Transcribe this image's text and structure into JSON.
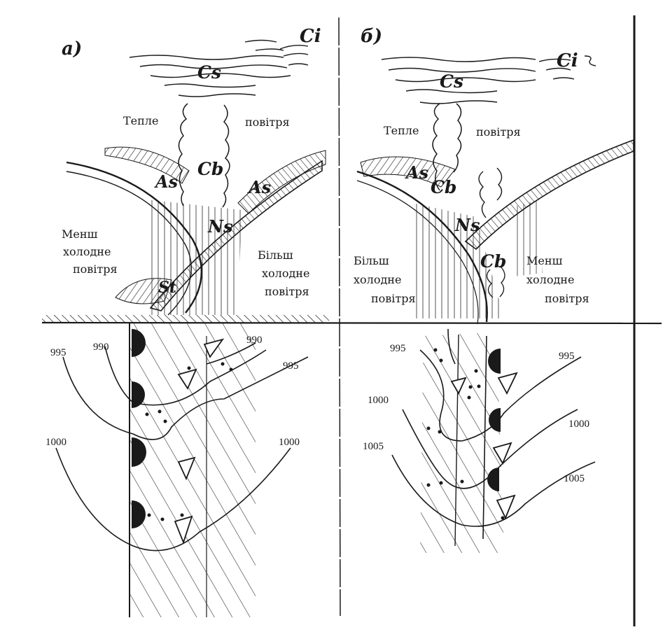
{
  "panels": [
    {
      "id": "a",
      "label": "а)",
      "clouds": [
        "Ci",
        "Cs",
        "Cb",
        "As",
        "As",
        "Ns",
        "St"
      ],
      "air_labels": {
        "warm": [
          "Тепле",
          "повітря"
        ],
        "left": [
          "Менш",
          "холодне",
          "повітря"
        ],
        "right": [
          "Більш",
          "холодне",
          "повітря"
        ]
      },
      "isobars": [
        "995",
        "990",
        "990",
        "995",
        "1000",
        "1000"
      ]
    },
    {
      "id": "b",
      "label": "б)",
      "clouds": [
        "Ci",
        "Cs",
        "As",
        "Cb",
        "Ns",
        "Cb"
      ],
      "air_labels": {
        "warm": [
          "Тепле",
          "повітря"
        ],
        "left": [
          "Більш",
          "холодне",
          "повітря"
        ],
        "right": [
          "Менш",
          "холодне",
          "повітря"
        ]
      },
      "isobars": [
        "995",
        "995",
        "1000",
        "1000",
        "1005",
        "1005"
      ]
    }
  ],
  "colors": {
    "ink": "#1a1a1a",
    "paper": "#ffffff"
  }
}
